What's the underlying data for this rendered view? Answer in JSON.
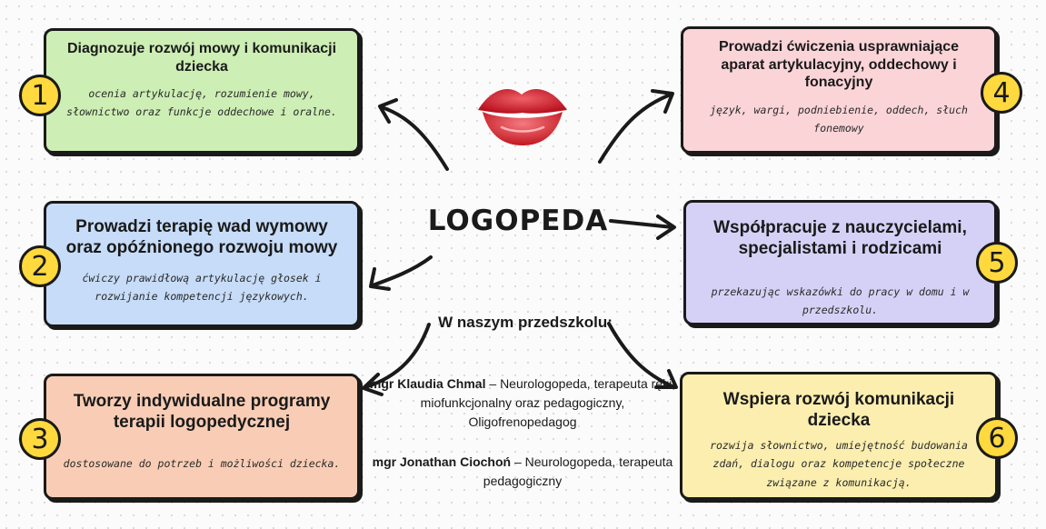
{
  "center": {
    "title": "LOGOPEDA"
  },
  "cards": [
    {
      "number": "1",
      "title": "Diagnozuje rozwój mowy i komunikacji dziecka",
      "text": "ocenia artykulację, rozumienie mowy, słownictwo oraz funkcje oddechowe i oralne.",
      "color": "#cdeeb4"
    },
    {
      "number": "2",
      "title": "Prowadzi terapię wad wymowy oraz opóźnionego rozwoju mowy",
      "text": "ćwiczy prawidłową artykulację głosek i rozwijanie kompetencji językowych.",
      "color": "#c6dcf8"
    },
    {
      "number": "3",
      "title": "Tworzy indywidualne programy terapii logopedycznej",
      "text": "dostosowane do potrzeb i możliwości dziecka.",
      "color": "#f9cdb5"
    },
    {
      "number": "4",
      "title": "Prowadzi ćwiczenia usprawniające aparat artykulacyjny, oddechowy i fonacyjny",
      "text": "język, wargi, podniebienie, oddech, słuch fonemowy",
      "color": "#fbd4d8"
    },
    {
      "number": "5",
      "title": "Współpracuje z nauczycielami, specjalistami i rodzicami",
      "text": "przekazując wskazówki do pracy w domu i w przedszkolu.",
      "color": "#d5d1f6"
    },
    {
      "number": "6",
      "title": "Wspiera rozwój komunikacji dziecka",
      "text": "rozwija słownictwo, umiejętność budowania zdań, dialogu oraz kompetencje społeczne związane z komunikacją.",
      "color": "#fbeeaf"
    }
  ],
  "school": {
    "heading": "W naszym przedszkolu:",
    "staff": [
      {
        "name": "mgr Klaudia Chmal",
        "role": " – Neurologopeda, terapeuta ręki, miofunkcjonalny oraz pedagogiczny, Oligofrenopedagog"
      },
      {
        "name": "mgr Jonathan Ciochoń",
        "role": " – Neurologopeda, terapeuta pedagogiczny"
      }
    ]
  },
  "icons": {
    "center_image": "lips-icon",
    "connectors": "arrow-icon"
  },
  "colors": {
    "badge": "#ffd93d",
    "outline": "#1a1a1a"
  }
}
